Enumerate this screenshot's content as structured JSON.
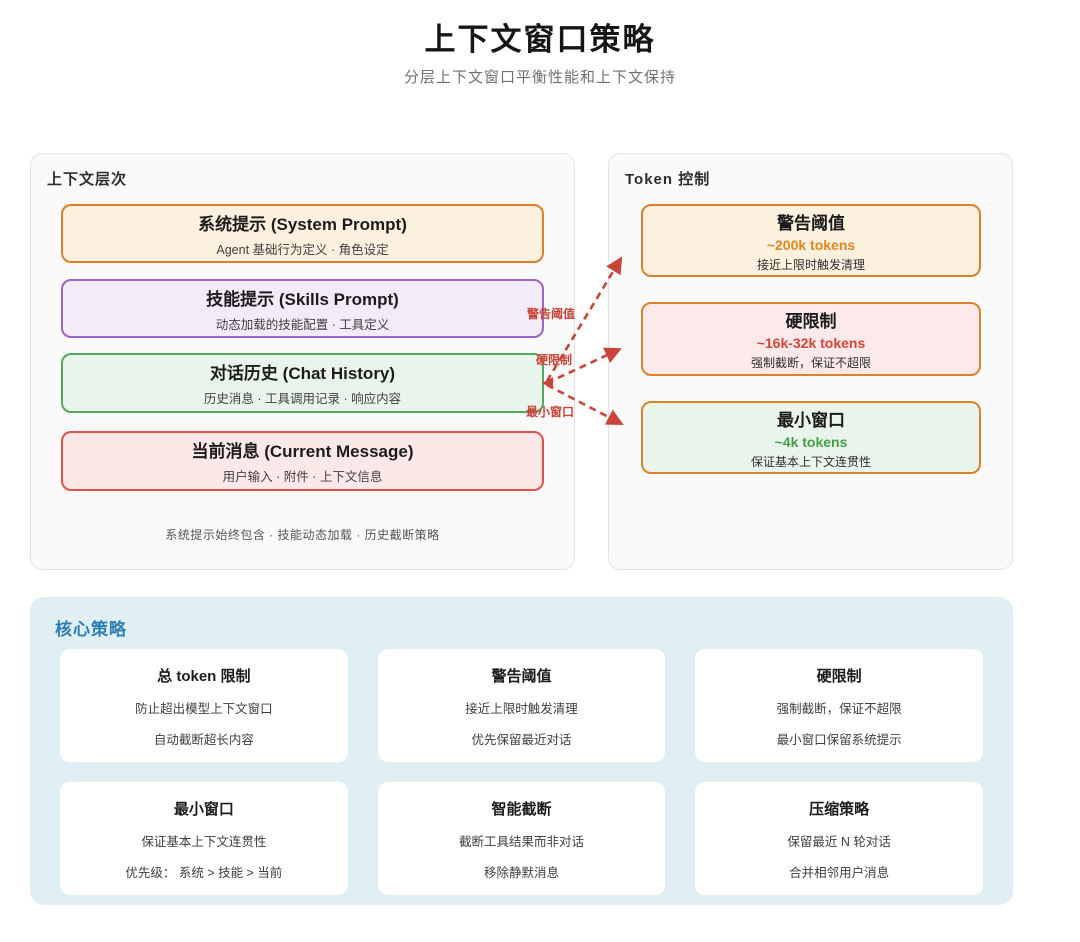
{
  "page": {
    "title": "上下文窗口策略",
    "subtitle": "分层上下文窗口平衡性能和上下文保持"
  },
  "hierarchy_panel": {
    "title": "上下文层次",
    "layers": [
      {
        "title": "系统提示 (System Prompt)",
        "subtitle": "Agent 基础行为定义 · 角色设定",
        "border": "#d9822b",
        "bg": "#fcf1de"
      },
      {
        "title": "技能提示 (Skills Prompt)",
        "subtitle": "动态加载的技能配置 · 工具定义",
        "border": "#9c63c6",
        "bg": "#f3ebf8"
      },
      {
        "title": "对话历史 (Chat History)",
        "subtitle": "历史消息 · 工具调用记录 · 响应内容",
        "border": "#53a85c",
        "bg": "#e9f5ea"
      },
      {
        "title": "当前消息 (Current Message)",
        "subtitle": "用户输入 · 附件 · 上下文信息",
        "border": "#d9534f",
        "bg": "#fce9e7"
      }
    ],
    "note": "系统提示始终包含 · 技能动态加载 · 历史截断策略"
  },
  "token_panel": {
    "title": "Token 控制",
    "boxes": [
      {
        "title": "警告阈值",
        "value": "~200k tokens",
        "desc": "接近上限时触发清理",
        "border": "#d9822b",
        "bg": "#fcf1de",
        "value_color": "#e0861f"
      },
      {
        "title": "硬限制",
        "value": "~16k-32k tokens",
        "desc": "强制截断，保证不超限",
        "border": "#d9822b",
        "bg": "#fce9ea",
        "value_color": "#d94436"
      },
      {
        "title": "最小窗口",
        "value": "~4k tokens",
        "desc": "保证基本上下文连贯性",
        "border": "#d9822b",
        "bg": "#e9f5ea",
        "value_color": "#43a047"
      }
    ]
  },
  "arrows": {
    "color": "#c8453a",
    "labels": {
      "warning": "警告阈值",
      "hard": "硬限制",
      "min": "最小窗口"
    }
  },
  "strategies_panel": {
    "title": "核心策略",
    "cards": [
      {
        "title": "总 token 限制",
        "lines": [
          "防止超出模型上下文窗口",
          "自动截断超长内容"
        ]
      },
      {
        "title": "警告阈值",
        "lines": [
          "接近上限时触发清理",
          "优先保留最近对话"
        ]
      },
      {
        "title": "硬限制",
        "lines": [
          "强制截断，保证不超限",
          "最小窗口保留系统提示"
        ]
      },
      {
        "title": "最小窗口",
        "lines": [
          "保证基本上下文连贯性",
          "优先级： 系统 > 技能 > 当前"
        ]
      },
      {
        "title": "智能截断",
        "lines": [
          "截断工具结果而非对话",
          "移除静默消息"
        ]
      },
      {
        "title": "压缩策略",
        "lines": [
          "保留最近 N 轮对话",
          "合并相邻用户消息"
        ]
      }
    ]
  }
}
